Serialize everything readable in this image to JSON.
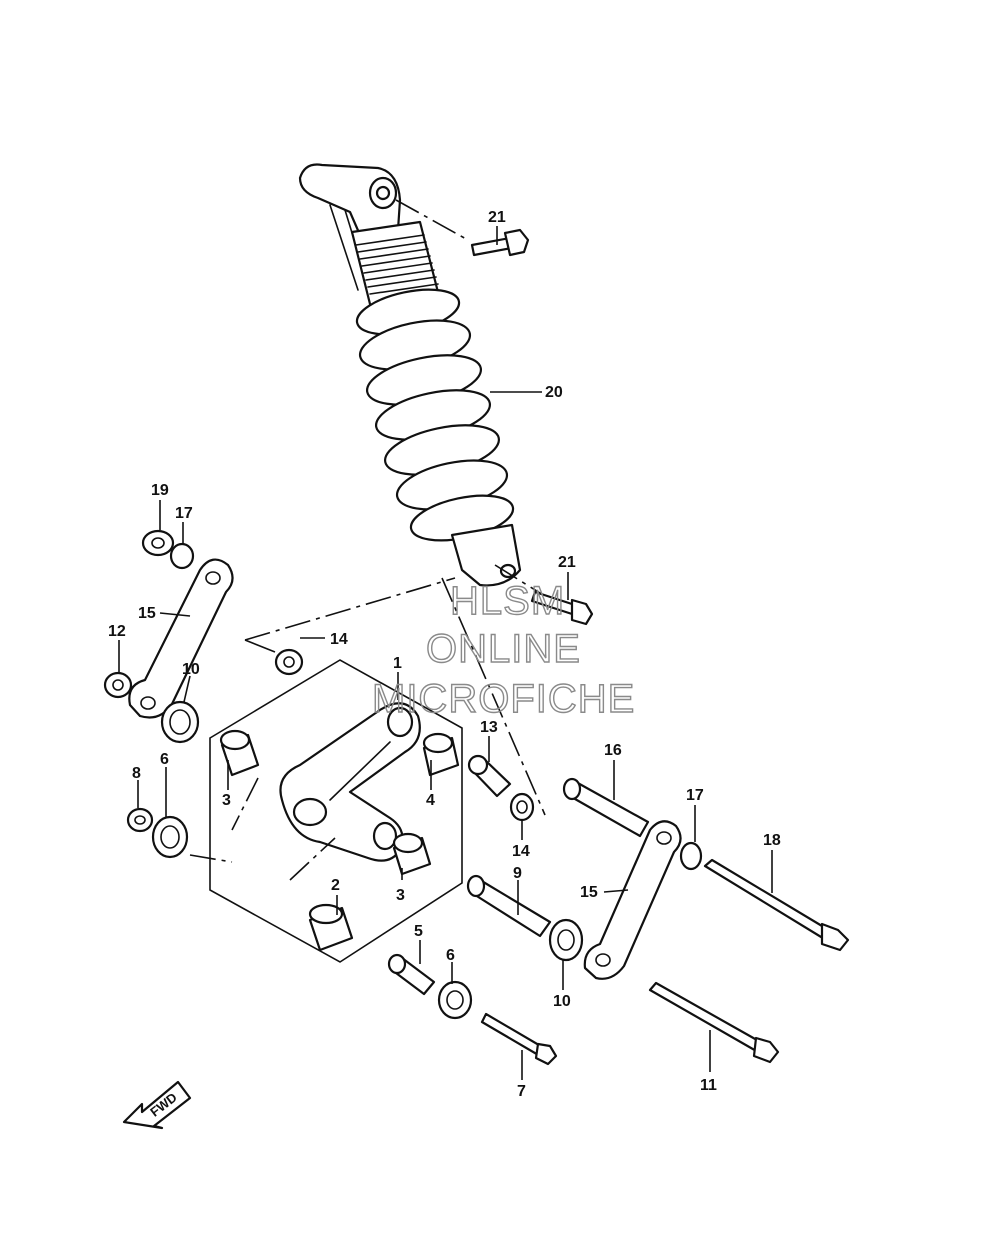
{
  "callouts": {
    "p1": "1",
    "p2": "2",
    "p3a": "3",
    "p3b": "3",
    "p4": "4",
    "p5": "5",
    "p6a": "6",
    "p6b": "6",
    "p7": "7",
    "p8": "8",
    "p9": "9",
    "p10a": "10",
    "p10b": "10",
    "p11": "11",
    "p12": "12",
    "p13": "13",
    "p14a": "14",
    "p14b": "14",
    "p15a": "15",
    "p15b": "15",
    "p16": "16",
    "p17a": "17",
    "p17b": "17",
    "p18": "18",
    "p19": "19",
    "p20": "20",
    "p21a": "21",
    "p21b": "21"
  },
  "watermark": {
    "line1": "HLSM",
    "line2": "ONLINE",
    "line3": "MICROFICHE"
  },
  "fwd_arrow": {
    "label": "FWD"
  }
}
